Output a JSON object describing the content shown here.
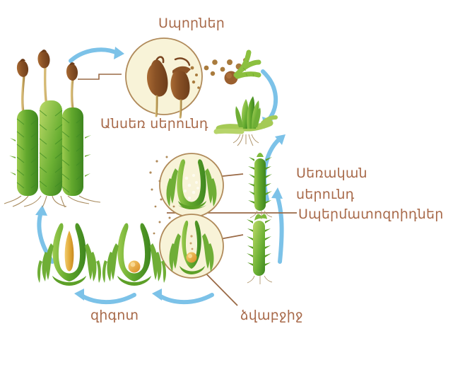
{
  "diagram": {
    "title_visible": false,
    "background": "#ffffff",
    "text_color": "#a86a4a",
    "arrow_color": "#7cc2e8",
    "circle_fill": "#f8f3d8",
    "circle_stroke": "#b08a5a",
    "connector_color": "#9a6a46"
  },
  "labels": {
    "spores": "Սպորներ",
    "asexual_generation": "Անսեռ սերունդ",
    "sexual_generation_line1": "Սեռական",
    "sexual_generation_line2": "սերունդ",
    "spermatozoa": "Սպերմատոզոիդներ",
    "zygote": "զիգոտ",
    "egg_cell": "ձվաբջիջ"
  },
  "stages": [
    {
      "name": "moss-plant-with-sporophytes",
      "role": "Mature moss gametophyte bearing sporophyte capsules on setae"
    },
    {
      "name": "spore-capsule-detail",
      "role": "Magnified open and closed spore capsules releasing spores"
    },
    {
      "name": "germinating-spore",
      "role": "Spore germinating into green protonema filaments"
    },
    {
      "name": "young-shoot-on-protonema",
      "role": "Young leafy shoot arising from protonema"
    },
    {
      "name": "antheridium-detail",
      "role": "Magnified antheridium containing spermatozoa"
    },
    {
      "name": "male-gametophyte",
      "role": "Male moss shoot"
    },
    {
      "name": "archegonium-detail",
      "role": "Magnified archegonium containing egg cell"
    },
    {
      "name": "female-gametophyte",
      "role": "Female moss shoot"
    },
    {
      "name": "zygote-in-archegonium",
      "role": "Fertilised zygote inside archegonium"
    },
    {
      "name": "embryo-in-archegonium",
      "role": "Developing embryo inside archegonium"
    }
  ],
  "colors": {
    "green_light": "#a8cf5a",
    "green_mid": "#6fae36",
    "green_dark": "#3f8c24",
    "brown_capsule": "#9a5f2e",
    "brown_capsule_light": "#b87a45",
    "stalk": "#c8a860",
    "spore_dot": "#a97b3d",
    "egg_orange": "#e8a33a",
    "embryo_orange": "#e8b142"
  }
}
